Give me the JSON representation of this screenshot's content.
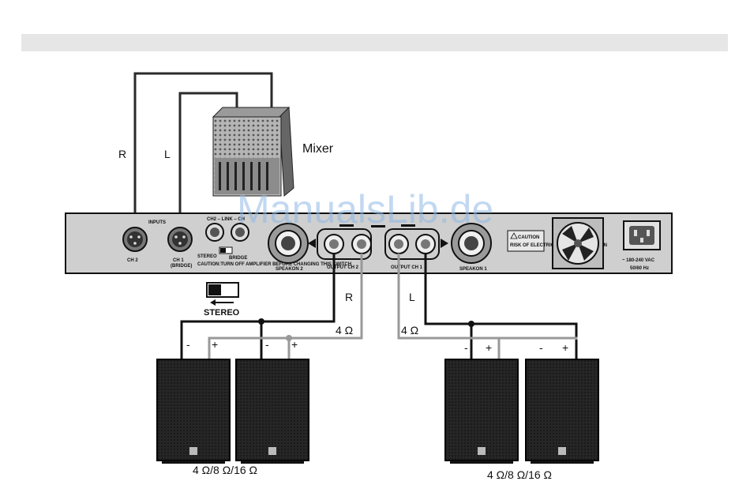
{
  "diagram": {
    "mixer_label": "Mixer",
    "cable_right": "R",
    "cable_left": "L",
    "inputs_title": "INPUTS",
    "input_ch2": "CH 2",
    "input_ch1": "CH 1",
    "input_ch1_sub": "(BRIDGE)",
    "link_labels": "CH2  –  LINK  –  CH",
    "mode_stereo": "STEREO",
    "mode_bridge": "BRIDGE",
    "caution_small": "CAUTION:TURN OFF AMPLIFIER BEFORE CHANGING THIS SWITCH",
    "speakon2_label": "SPEAKON 2",
    "output_ch2_label": "OUTPUT CH 2",
    "output_ch1_label": "OUTPUT CH 1",
    "speakon1_label": "SPEAKON 1",
    "caution_label": "CAUTION",
    "caution_sub": "RISK OF ELECTRIC SHOCK DO NOT OPEN",
    "voltage_label": "~ 180-240 VAC",
    "freq_label": "50/60 Hz",
    "switch_label": "STEREO",
    "out_r": "R",
    "out_l": "L",
    "imp_left": "4 Ω",
    "imp_right": "4 Ω",
    "pol_minus": "-",
    "pol_plus": "+",
    "spk_rating_left": "4 Ω/8 Ω/16 Ω",
    "spk_rating_right": "4 Ω/8 Ω/16 Ω",
    "watermark": "ManualsLib.de"
  }
}
